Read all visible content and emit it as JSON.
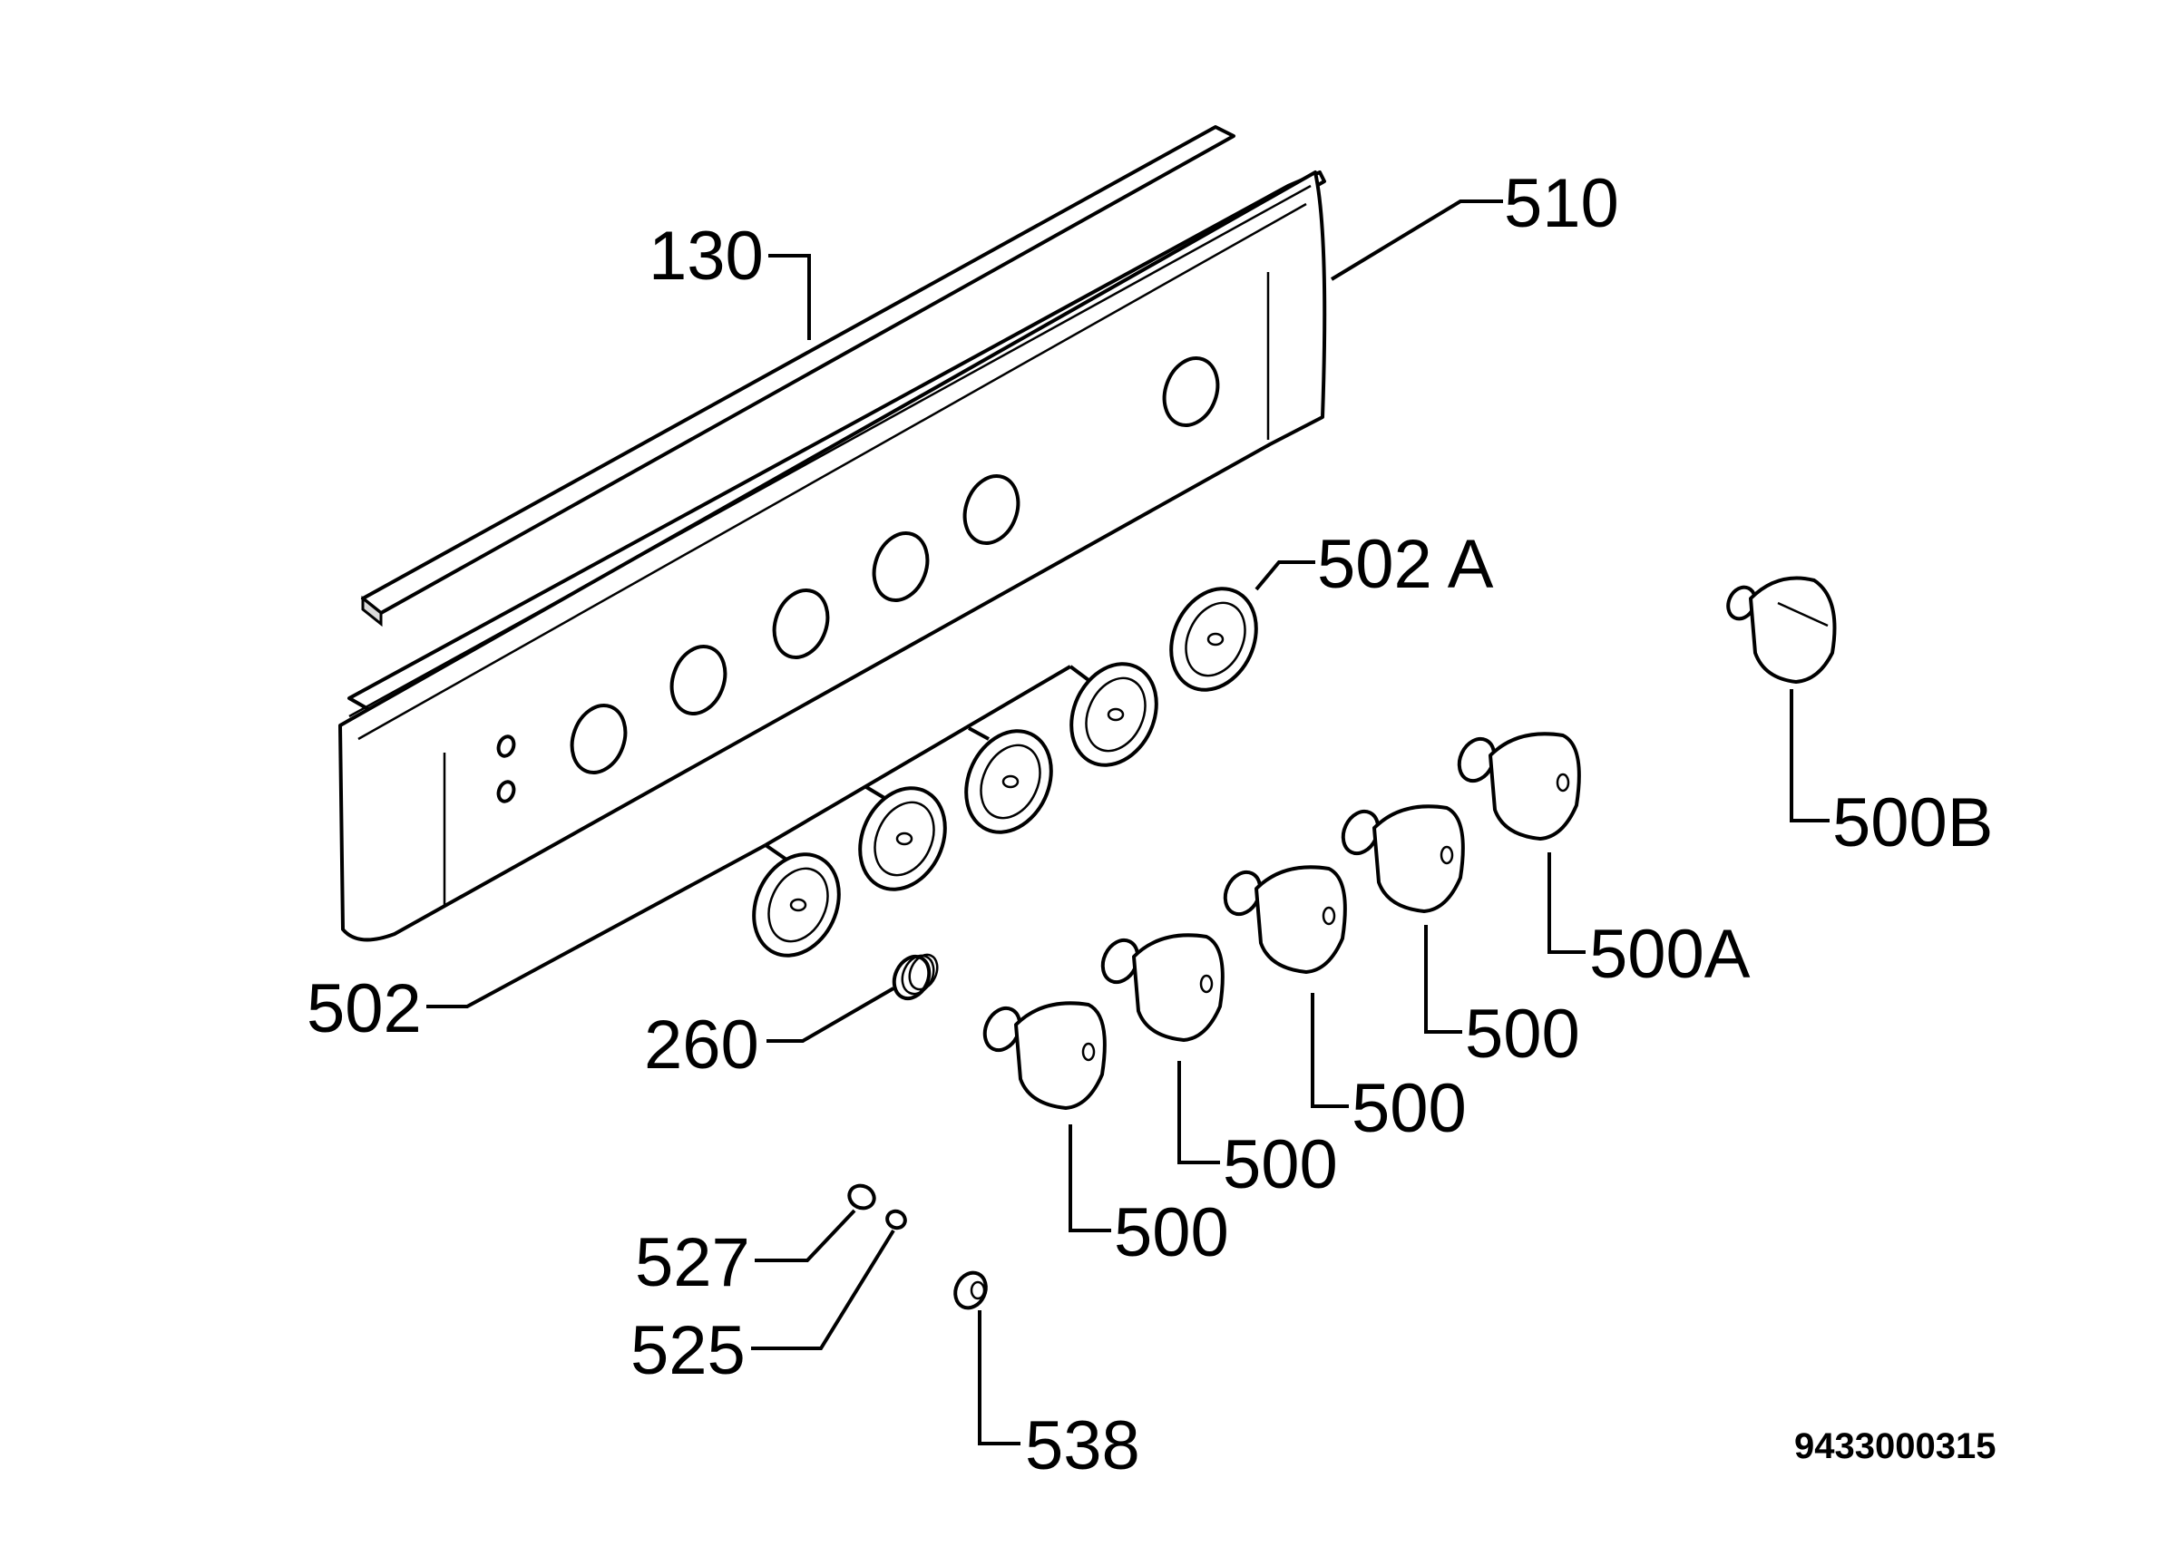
{
  "labels": {
    "seal_strip": "130",
    "control_panel": "510",
    "bezel_ring_a": "502 A",
    "bezel_ring": "502",
    "spring": "260",
    "knob_1": "500",
    "knob_2": "500",
    "knob_3": "500",
    "knob_4": "500",
    "knob_a": "500A",
    "knob_b": "500B",
    "part_527": "527",
    "part_525": "525",
    "part_538": "538"
  },
  "document_number": "9433000315"
}
